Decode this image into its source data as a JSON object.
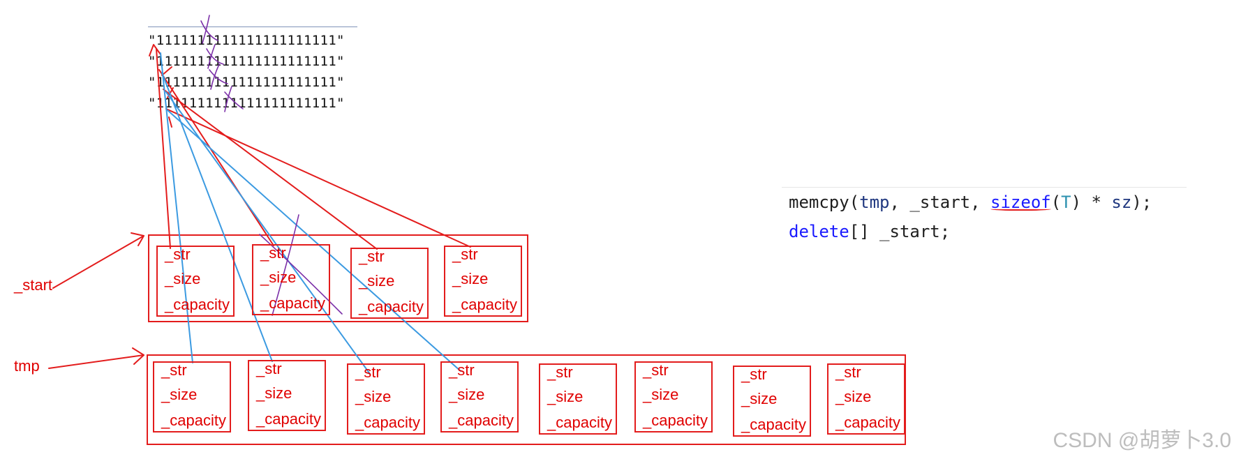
{
  "string_literals": [
    "\"1111111111111111111111\"",
    "\"1111111111111111111111\"",
    "\"1111111111111111111111\"",
    "\"1111111111111111111111\""
  ],
  "labels": {
    "start": "_start",
    "tmp": "tmp"
  },
  "fields": [
    "_str",
    "_size",
    "_capacity"
  ],
  "start_cell_count": 4,
  "tmp_cell_count": 8,
  "code": {
    "line1": {
      "fn": "memcpy(",
      "arg1": "tmp",
      "sep1": ", _start, ",
      "sizeof_kw": "sizeof",
      "open": "(",
      "type": "T",
      "mid": ") * ",
      "arg3": "sz",
      "end": ");"
    },
    "line2": {
      "kw": "delete",
      "rest": "[] _start;"
    }
  },
  "watermark": "CSDN @胡萝卜3.0",
  "colors": {
    "red": "#e31c1c",
    "blue": "#3b9ae1",
    "purple": "#7b2fa8",
    "keyword": "#1a1aff",
    "type": "#2b91af"
  }
}
